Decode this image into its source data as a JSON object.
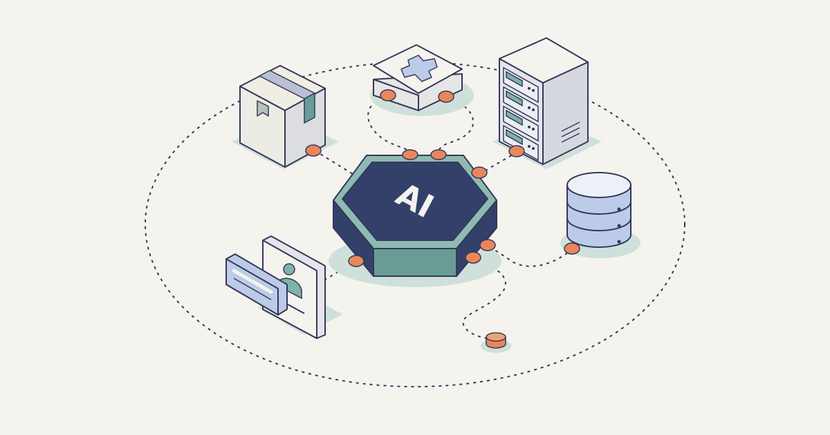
{
  "hub": {
    "label": "AI",
    "icon": "ai-hexagon-chip-icon",
    "top_color": "#33416a",
    "side_color": "#6a9c96",
    "rim_color": "#8fbab2"
  },
  "nodes": [
    {
      "id": "package",
      "icon": "package-box-icon"
    },
    {
      "id": "plugin",
      "icon": "puzzle-plugin-icon"
    },
    {
      "id": "server",
      "icon": "server-rack-icon"
    },
    {
      "id": "database",
      "icon": "database-cylinder-icon"
    },
    {
      "id": "user-profile",
      "icon": "user-profile-card-icon"
    },
    {
      "id": "coin",
      "icon": "coin-token-icon"
    }
  ],
  "colors": {
    "background": "#f4f3ee",
    "outline": "#33385a",
    "connector_port": "#e9875a",
    "shadow": "#cfe0da",
    "accent_lavender": "#bccbe8",
    "accent_teal": "#7fb3a8"
  }
}
